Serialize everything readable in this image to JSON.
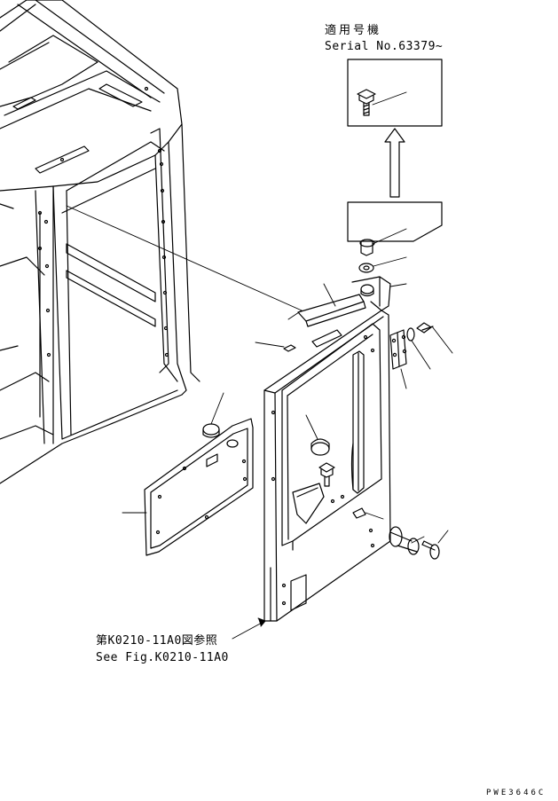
{
  "header_note": {
    "applicable_jp": "適用号機",
    "serial_text": "Serial No.63379~"
  },
  "reference_note": {
    "jp": "第K0210-11A0図参照",
    "en": "See Fig.K0210-11A0"
  },
  "drawing_code": "PWE3646C"
}
